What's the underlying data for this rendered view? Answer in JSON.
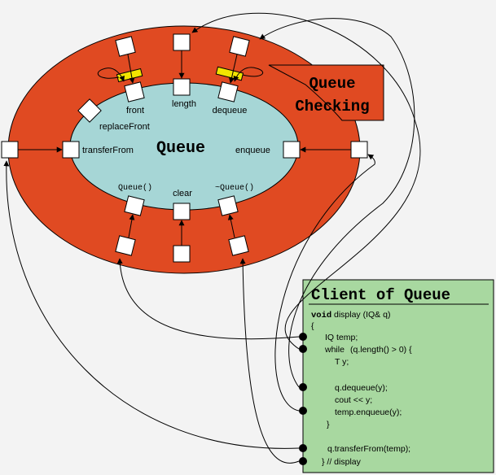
{
  "colors": {
    "background": "#f3f3f3",
    "outer_ring": "#e04a22",
    "inner_core": "#a6d6d6",
    "client_panel": "#a8d8a0",
    "highlight_bar": "#f2e400"
  },
  "diagram": {
    "core_title": "Queue",
    "checking_title_line1": "Queue",
    "checking_title_line2": "Checking",
    "operations": {
      "front": "front",
      "length": "length",
      "dequeue": "dequeue",
      "replace_front": "replaceFront",
      "transfer_from": "transferFrom",
      "enqueue": "enqueue",
      "constructor": "Queue()",
      "clear": "clear",
      "destructor": "~Queue()"
    }
  },
  "client": {
    "title": "Client of Queue",
    "code": {
      "keyword_void": "void",
      "signature": " display (IQ& q)",
      "open_brace": "{",
      "decl": "IQ temp;",
      "while_kw": "while",
      "while_cond": "(q.length() > 0) {",
      "ty": "T y;",
      "dequeue": "q.dequeue(y);",
      "cout": "cout << y;",
      "enqueue": "temp.enqueue(y);",
      "close_inner": "}",
      "transfer": "q.transferFrom(temp);",
      "close_outer": "} // display"
    }
  }
}
